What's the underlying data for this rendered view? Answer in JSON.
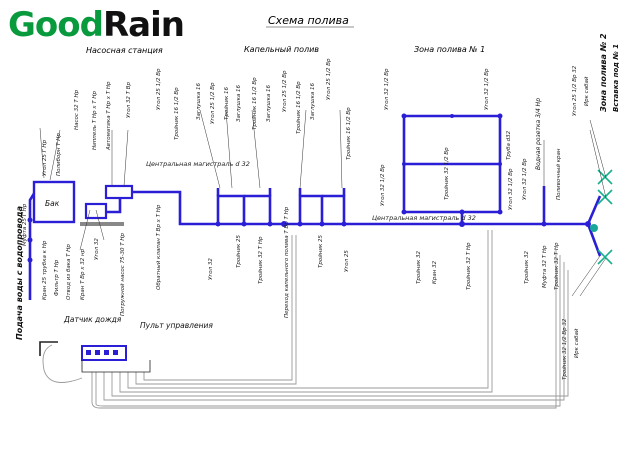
{
  "logo": {
    "part1": "Good",
    "part2": "Rain",
    "color1": "#0a9a3e",
    "color2": "#111111"
  },
  "title": "Схема полива",
  "sections": {
    "pump_station": "Насосная станция",
    "drip": "Капельный полив",
    "zone1": "Зона полива № 1"
  },
  "trunk_top": "Центральная магистраль d 32",
  "trunk_mid": "Центральная магистраль d 32",
  "tank": "Бак",
  "left_side": [
    "Подача воды с водопровода",
    "Муфта 25 Г Нр",
    "Угол 25 Г Нр",
    "Полиборн Т Нр"
  ],
  "station_labels": [
    "Кран 25 трубка к Нр",
    "Фильтр Т Нр",
    "Отвод из бака Т Нр",
    "Кран Т Вр х 32 нр",
    "Угол 32",
    "Насос 32 Т Нр",
    "Ниппель Т Нр х Т Нр",
    "Обратный клапан Т Вр х Т Нр",
    "Угол 32 Т Вр",
    "Автоматика Т Нр х Т Нр"
  ],
  "pump_label": "Погружной насос 75-30 Т Нр",
  "drip_top": [
    "Угол 25 1/2 Вр",
    "Тройник 16 1/2 Вр",
    "Заглушка 16",
    "Угол 25 1/2 Вр",
    "Тройник 16",
    "Заглушка 16",
    "Тройник 16 1/2 Вр",
    "Заглушка 16",
    "Угол 25 1/2 Вр",
    "Тройник 16 1/2 Вр",
    "Заглушка 16",
    "Угол 25 1/2 Вр",
    "Тройник 16 1/2 Вр"
  ],
  "drip_bottom": [
    "Угол 32",
    "Тройник 25",
    "Тройник 32 Т Нр",
    "Переход капельного полива Т Вр Т Нр",
    "Тройник 25",
    "Угол 25"
  ],
  "zone_labels": [
    "Угол 32 1/2 Вр",
    "Угол 32 1/2 Вр",
    "Труба d32",
    "Тройник 32 1/2 Вр",
    "Угол 32 1/2 Вр",
    "Угол 32 1/2 Вр",
    "Угол 32 1/2 Вр"
  ],
  "zone_bottom": [
    "Тройник 32",
    "Кран 32",
    "Тройник 32 Т Нр"
  ],
  "valve": "Водная розетка 3/4 Нр",
  "shutoff": "Поливочный кран",
  "right_bottom": [
    "Тройник 32",
    "Муфта 32 Т Нр",
    "Тройник 32 Т Нр"
  ],
  "zone2_title": "Зона полива № 2",
  "zone2_sub": "Вставка под № 1",
  "zone2_labels": [
    "Угол 25 1/2 Вр 32",
    "Ирк сабай"
  ],
  "zone2_bottom": [
    "Тройник 32 1/2 Вр 32",
    "Ирк сабай"
  ],
  "sensor": "Датчик дождя",
  "controller": "Пульт управления",
  "colors": {
    "pipe": "#2a1fd6",
    "wire": "#9a9a9a",
    "ink": "#222222",
    "teal": "#1aa79a",
    "sprinkler": "#19b08f"
  }
}
